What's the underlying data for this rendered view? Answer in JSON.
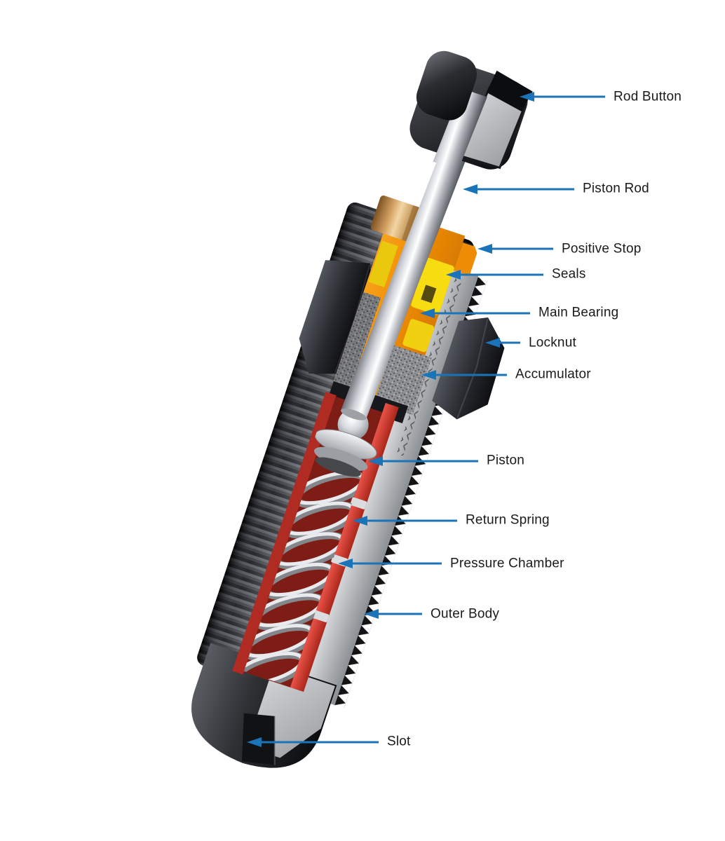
{
  "figure": {
    "type": "cutaway-technical-diagram",
    "subject": "Miniature shock absorber cross-section with part callouts"
  },
  "colors": {
    "background": "#FFFFFF",
    "accent_blue": "#1B74B8",
    "label_text": "#1A1A1A",
    "body_orange": "#F08C00",
    "seal_yellow": "#F7D911",
    "chamber_red": "#C8352A",
    "brass": "#C99B66",
    "metal_silver": "#D6D9DD",
    "body_black": "#1A1B1E"
  },
  "labels": [
    {
      "id": "rod-button",
      "text": "Rod Button"
    },
    {
      "id": "piston-rod",
      "text": "Piston Rod"
    },
    {
      "id": "positive-stop",
      "text": "Positive Stop"
    },
    {
      "id": "seals",
      "text": "Seals"
    },
    {
      "id": "main-bearing",
      "text": "Main Bearing"
    },
    {
      "id": "locknut",
      "text": "Locknut"
    },
    {
      "id": "accumulator",
      "text": "Accumulator"
    },
    {
      "id": "piston",
      "text": "Piston"
    },
    {
      "id": "return-spring",
      "text": "Return Spring"
    },
    {
      "id": "pressure-chamber",
      "text": "Pressure Chamber"
    },
    {
      "id": "outer-body",
      "text": "Outer Body"
    },
    {
      "id": "slot",
      "text": "Slot"
    }
  ]
}
